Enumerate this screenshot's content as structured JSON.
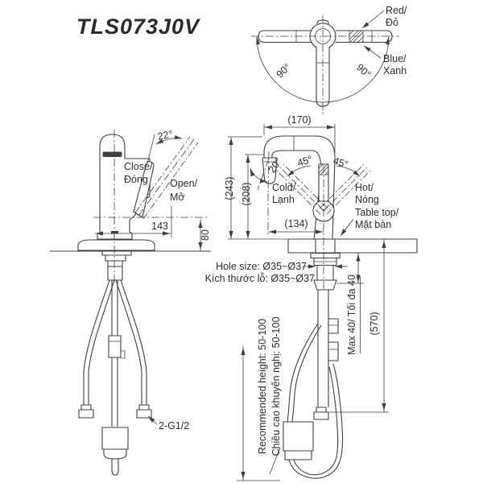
{
  "colors": {
    "line": "#3f3f3f",
    "text": "#2e2e2e",
    "background": "#ffffff"
  },
  "title": "TLS073J0V",
  "handle_top_view": {
    "red_label_line1": "Red/",
    "red_label_line2": "Đỏ",
    "blue_label_line1": "Blue/",
    "blue_label_line2": "Xanh",
    "swing_left": "90°",
    "swing_right": "90°"
  },
  "side_view": {
    "open_angle": "22°",
    "close_line1": "Close/",
    "close_line2": "Đóng",
    "open_line1": "Open/",
    "open_line2": "Mở",
    "reach": "143",
    "pivot_height": "80",
    "thread": "2-G1/2"
  },
  "front_view": {
    "width": "(170)",
    "total_height": "(243)",
    "spout_height": "(208)",
    "head_angle": "20°",
    "handle_angle_left": "45°",
    "handle_angle_right": "45°",
    "cold_line1": "Cold/",
    "cold_line2": "Lạnh",
    "hot_line1": "Hot/",
    "hot_line2": "Nóng",
    "tabletop_line1": "Table top/",
    "tabletop_line2": "Mặt bàn",
    "center_to_head": "(134)",
    "hole_size_en": "Hole size: Ø35~Ø37",
    "hole_size_vi": "Kích thước lỗ: Ø35~Ø37",
    "max_thickness": "Max 40/ Tối đa 40",
    "hose_length": "(570)",
    "rec_height_en": "Recommended height: 50-100",
    "rec_height_vi": "Chiều cao khuyến nghị: 50-100"
  }
}
